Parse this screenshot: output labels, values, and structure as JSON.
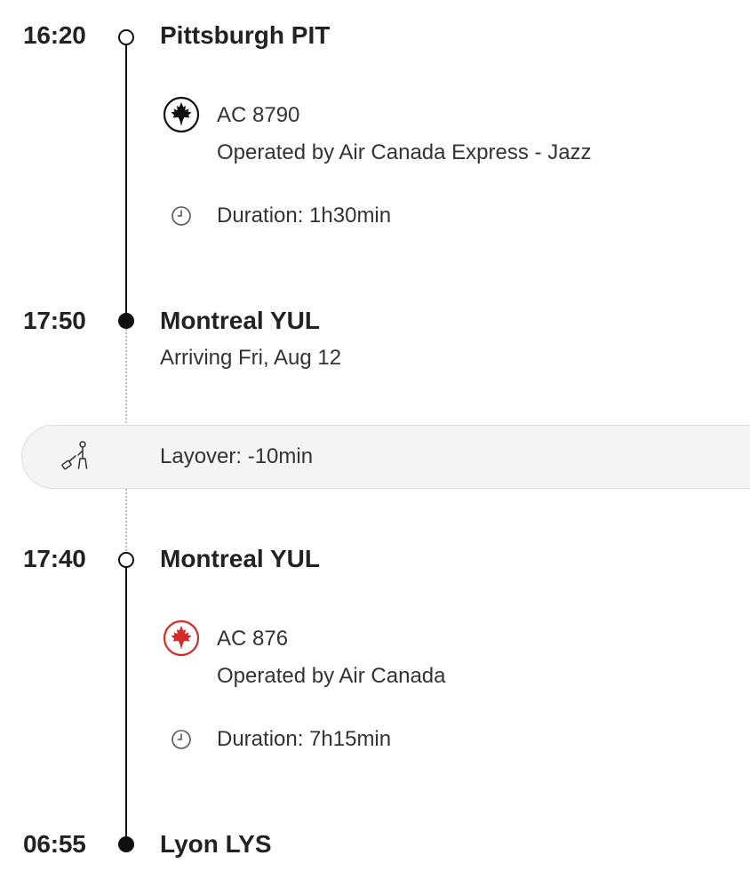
{
  "segments": [
    {
      "depart_time": "16:20",
      "depart_place": "Pittsburgh PIT",
      "flight_number": "AC 8790",
      "operator": "Operated by Air Canada Express - Jazz",
      "duration": "Duration: 1h30min",
      "airline_logo": "air-canada-logo-black",
      "arrive_time": "17:50",
      "arrive_place": "Montreal YUL",
      "arrive_note": "Arriving Fri, Aug 12"
    },
    {
      "depart_time": "17:40",
      "depart_place": "Montreal YUL",
      "flight_number": "AC 876",
      "operator": "Operated by Air Canada",
      "duration": "Duration: 7h15min",
      "airline_logo": "air-canada-logo-red",
      "arrive_time": "06:55",
      "arrive_place": "Lyon LYS"
    }
  ],
  "layover": {
    "label": "Layover: -10min",
    "icon": "traveler-with-luggage-icon"
  },
  "colors": {
    "text": "#222222",
    "timeline": "#111111",
    "dashed": "#bdbdbd",
    "layover_bg": "#f4f4f4",
    "air_canada_red": "#d62b2b"
  }
}
